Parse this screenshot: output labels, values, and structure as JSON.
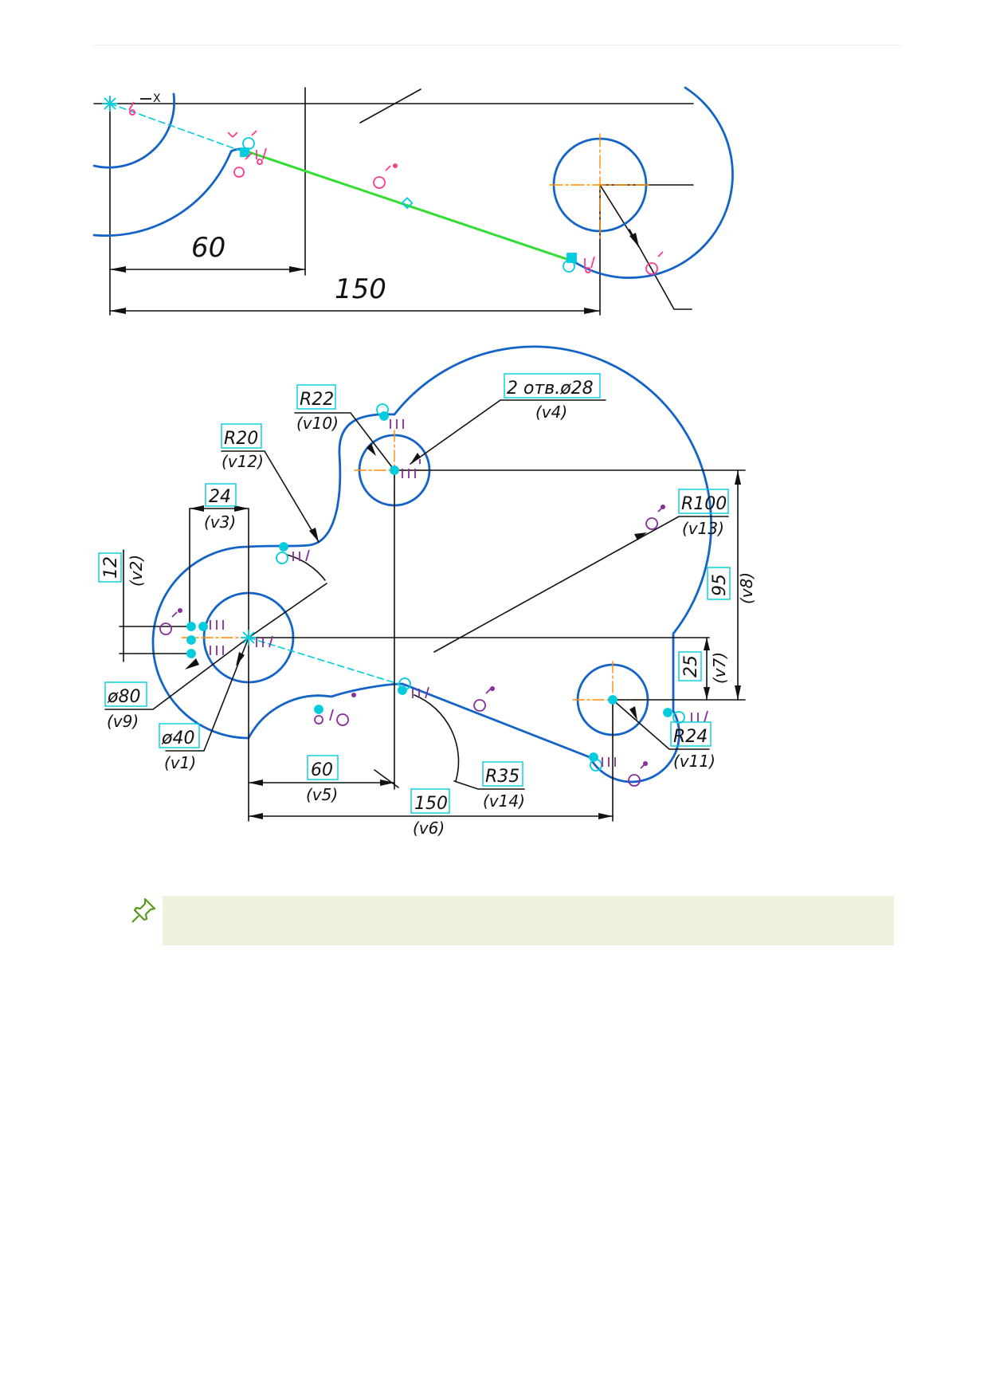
{
  "figure1": {
    "dims": {
      "d60": "60",
      "d150": "150"
    },
    "axis_label": "X"
  },
  "figure2": {
    "dims": {
      "r22": "R22",
      "v10": "(v10)",
      "holes": "2 отв.ø28",
      "v4": "(v4)",
      "r20": "R20",
      "v12": "(v12)",
      "d24": "24",
      "v3": "(v3)",
      "d12": "12",
      "v2": "(v2)",
      "r100": "R100",
      "v13": "(v13)",
      "d95": "95",
      "v8": "(v8)",
      "d25": "25",
      "v7": "(v7)",
      "dia80": "ø80",
      "v9": "(v9)",
      "dia40": "ø40",
      "v1": "(v1)",
      "d60": "60",
      "v5": "(v5)",
      "r35": "R35",
      "v14": "(v14)",
      "d150": "150",
      "v6": "(v6)",
      "r24": "R24",
      "v11": "(v11)"
    }
  },
  "note": {
    "text": ""
  },
  "colors": {
    "contour": "#1464c8",
    "selected": "#33dd33",
    "centerline": "#ff8c00",
    "point": "#00ccdd",
    "constraint": "#8a2b9e",
    "constraint_pink": "#ff3a8c",
    "dimension": "#111111",
    "note_bg": "#eef2dd",
    "pin": "#5a9a1a"
  },
  "icons": {
    "note": "pushpin-icon"
  }
}
